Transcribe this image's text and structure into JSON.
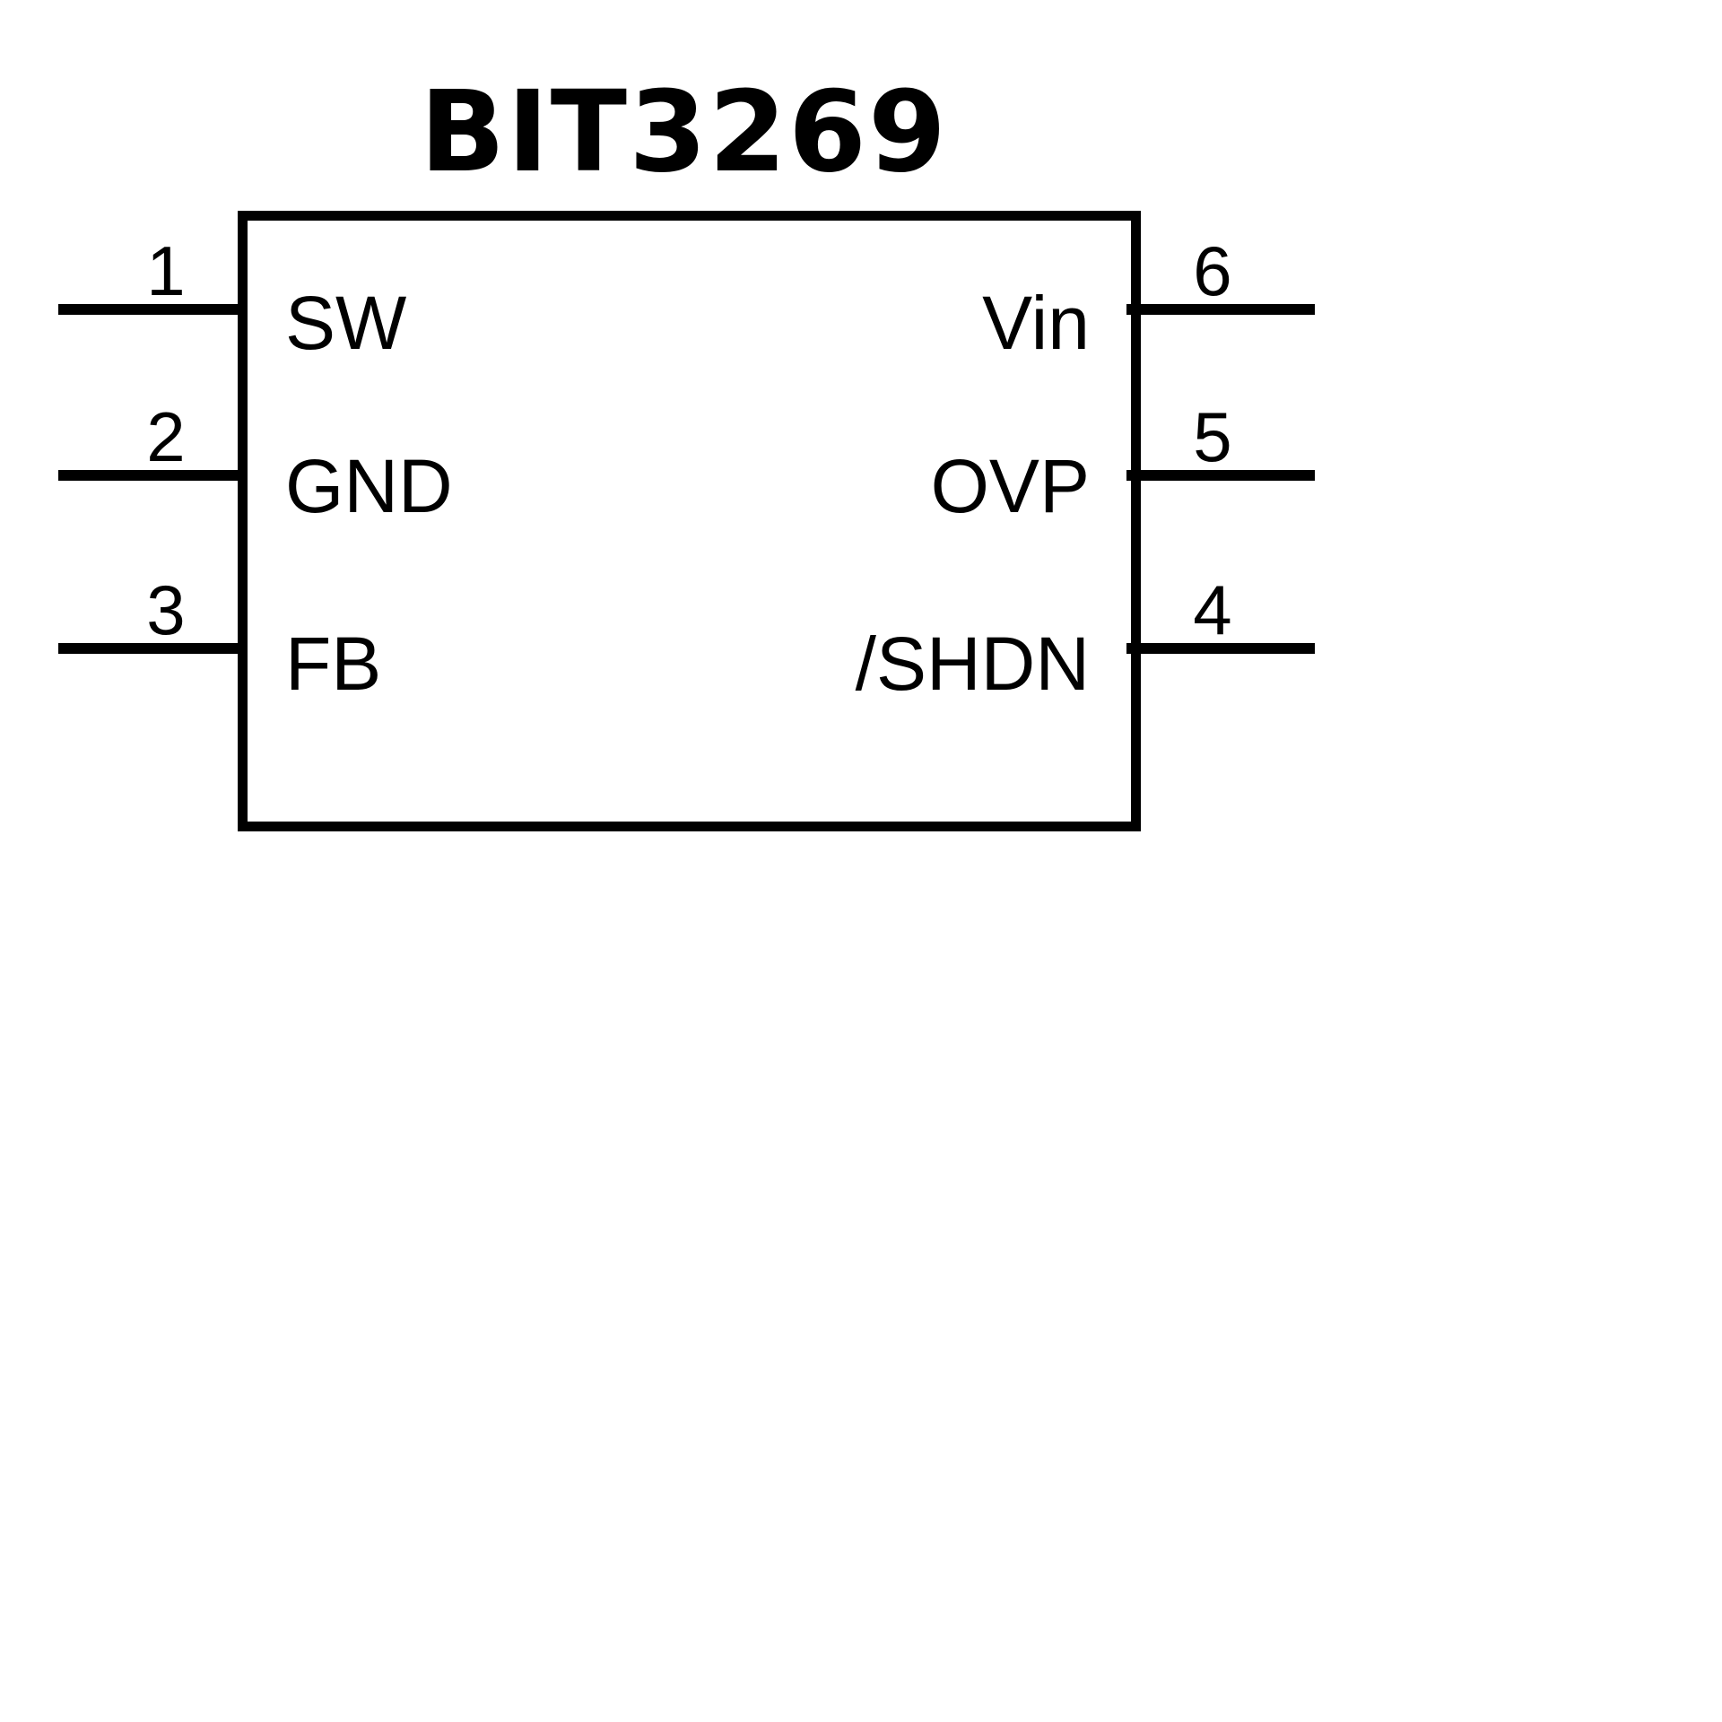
{
  "title": "BIT3269",
  "pins": {
    "left": [
      {
        "number": "1",
        "label": "SW"
      },
      {
        "number": "2",
        "label": "GND"
      },
      {
        "number": "3",
        "label": "FB"
      }
    ],
    "right": [
      {
        "number": "6",
        "label": "Vin"
      },
      {
        "number": "5",
        "label": "OVP"
      },
      {
        "number": "4",
        "label": "/SHDN"
      }
    ]
  },
  "colors": {
    "line": "#000000",
    "background": "#ffffff",
    "text": "#000000"
  }
}
